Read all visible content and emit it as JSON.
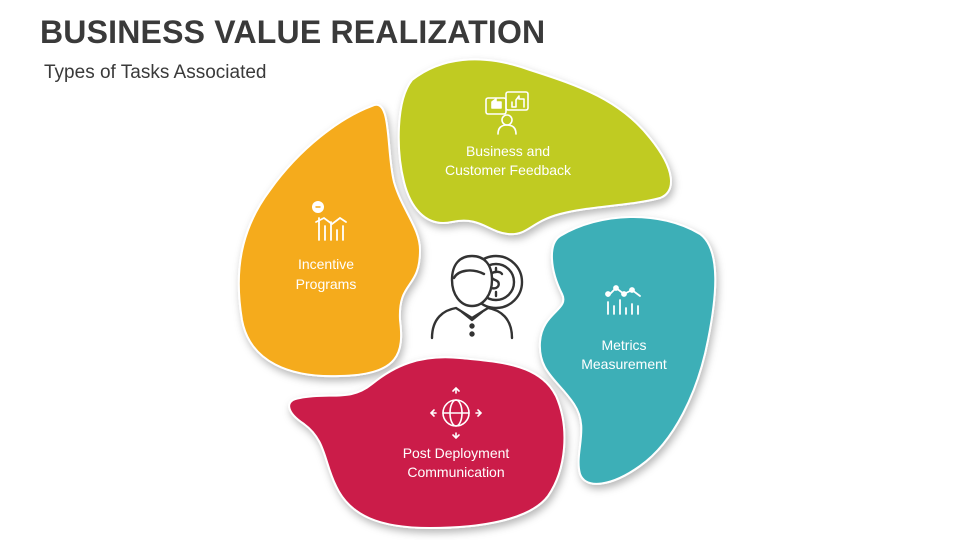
{
  "header": {
    "title": "BUSINESS VALUE REALIZATION",
    "subtitle": "Types of Tasks Associated"
  },
  "diagram": {
    "center_icon": "businessman-dollar-icon",
    "segments": [
      {
        "id": "feedback",
        "line1": "Business and",
        "line2": "Customer Feedback",
        "color": "#c0cb24",
        "icon": "feedback-thumbs-icon"
      },
      {
        "id": "metrics",
        "line1": "Metrics",
        "line2": "Measurement",
        "color": "#3eafb7",
        "icon": "bar-chart-icon"
      },
      {
        "id": "post",
        "line1": "Post Deployment",
        "line2": "Communication",
        "color": "#cb1a48",
        "icon": "globe-arrows-icon"
      },
      {
        "id": "incentive",
        "line1": "Incentive",
        "line2": "Programs",
        "color": "#f5ab1a",
        "icon": "money-chart-icon"
      }
    ]
  }
}
